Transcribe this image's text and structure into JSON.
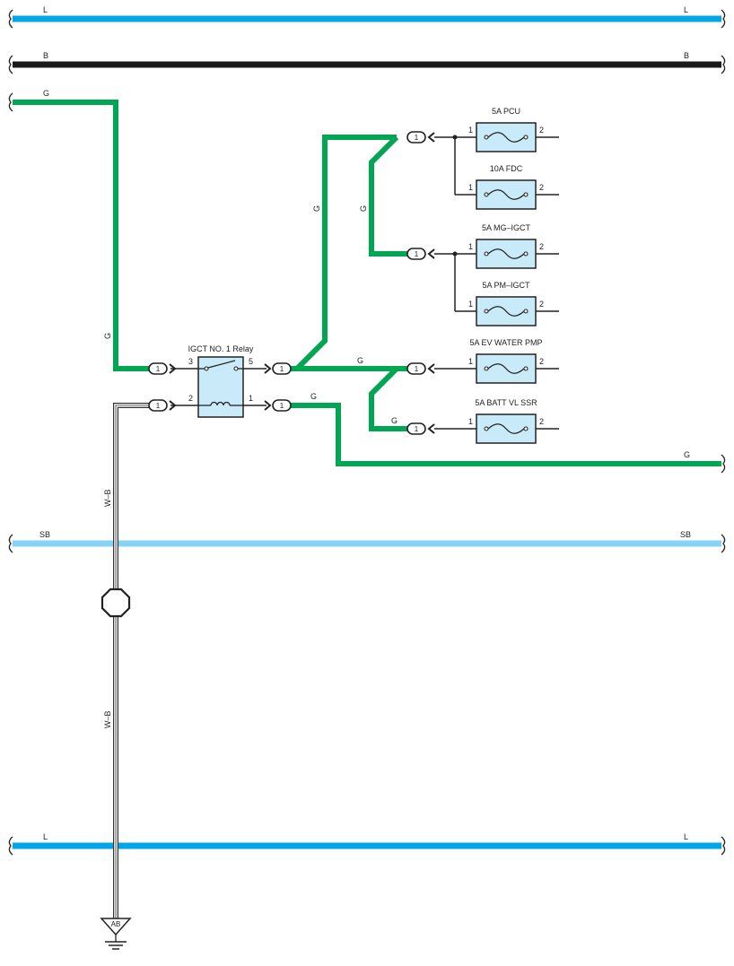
{
  "colors": {
    "l_wire": "#00a6e6",
    "b_wire": "#1a1a1a",
    "g_wire": "#00a651",
    "sb_wire": "#87d3f5",
    "component_fill": "#c9ebf9"
  },
  "buses": {
    "top_l": {
      "left": "L",
      "right": "L"
    },
    "b": {
      "left": "B",
      "right": "B"
    },
    "sb": {
      "left": "SB",
      "right": "SB"
    },
    "bottom_l": {
      "left": "L",
      "right": "L"
    }
  },
  "wire_labels": {
    "g_top_left": "G",
    "g_left_vertical": "G",
    "g_vertical_mid": "G",
    "g_vertical_branch": "G",
    "g_horizontal_mid": "G",
    "g_lower_right": "G",
    "g_batt_branch": "G",
    "g_bottom_right": "G",
    "wb_upper": "W–B",
    "wb_lower": "W–B"
  },
  "relay": {
    "title": "IGCT NO. 1 Relay",
    "pin3": "3",
    "pin5": "5",
    "pin2": "2",
    "pin1": "1"
  },
  "connectors": {
    "relay_in_3": "1",
    "relay_in_2": "1",
    "relay_out_5": "1",
    "relay_out_1": "1",
    "pcu_feed": "1",
    "mg_feed": "1",
    "ev_feed": "1",
    "batt_feed": "1"
  },
  "fuses": [
    {
      "title": "5A PCU",
      "pin_left": "1",
      "pin_right": "2"
    },
    {
      "title": "10A FDC",
      "pin_left": "1",
      "pin_right": "2"
    },
    {
      "title": "5A MG–IGCT",
      "pin_left": "1",
      "pin_right": "2"
    },
    {
      "title": "5A PM–IGCT",
      "pin_left": "1",
      "pin_right": "2"
    },
    {
      "title": "5A EV WATER PMP",
      "pin_left": "1",
      "pin_right": "2"
    },
    {
      "title": "5A BATT VL SSR",
      "pin_left": "1",
      "pin_right": "2"
    }
  ],
  "ground": {
    "label": "AB"
  }
}
